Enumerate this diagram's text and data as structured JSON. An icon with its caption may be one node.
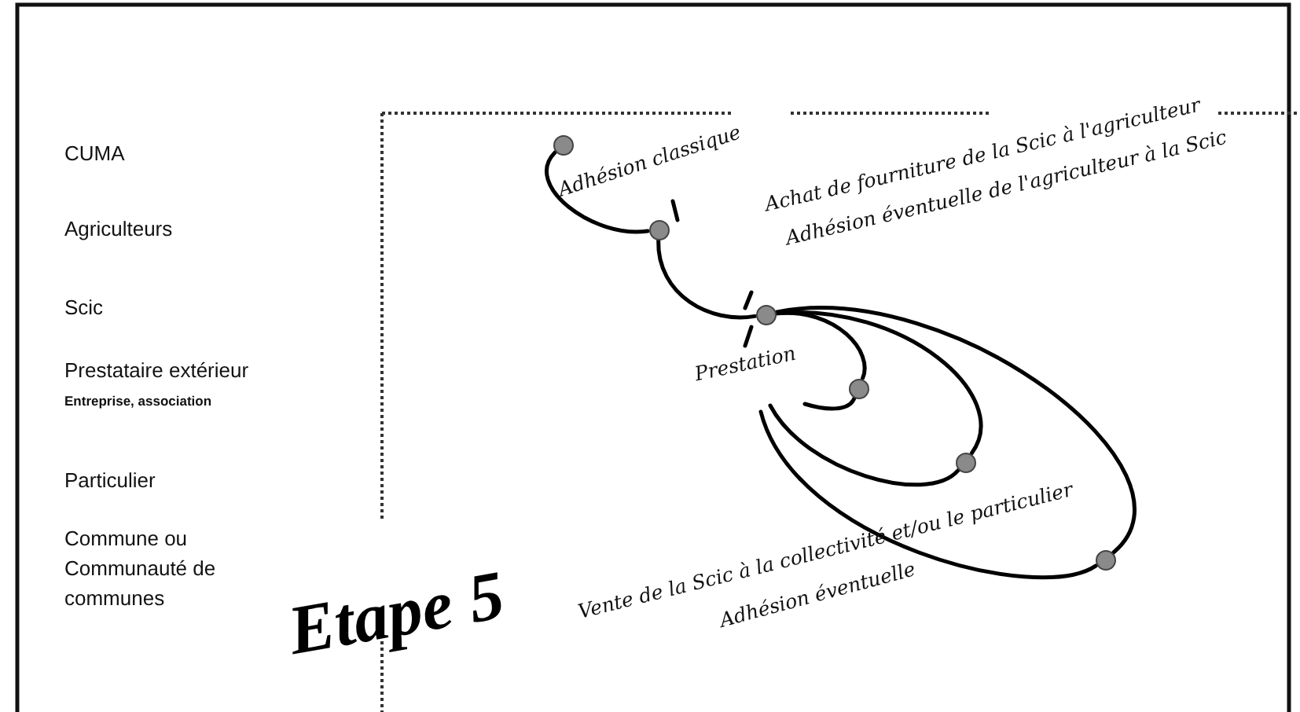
{
  "diagram": {
    "title": "Etape 5",
    "nodes": [
      {
        "text": [],
        "shape": "circle"
      },
      {
        "text": [],
        "shape": "circle"
      },
      {
        "text": [],
        "shape": "circle"
      },
      {
        "text": [],
        "shape": "circle"
      },
      {
        "text": [],
        "shape": "circle"
      },
      {
        "text": [],
        "shape": "circle"
      }
    ],
    "edges": [
      {
        "from": 0,
        "to": 1,
        "arrow": "none"
      },
      {
        "from": 1,
        "to": 2,
        "arrow": "none"
      },
      {
        "from": 2,
        "to": 3,
        "arrow": "none"
      },
      {
        "from": 3,
        "to": null,
        "arrow": "none"
      },
      {
        "from": 2,
        "to": 4,
        "arrow": "none"
      },
      {
        "from": 4,
        "to": null,
        "arrow": "none"
      },
      {
        "from": 2,
        "to": 5,
        "arrow": "none"
      },
      {
        "from": 5,
        "to": null,
        "arrow": "none"
      }
    ],
    "labels": [
      "CUMA",
      "Agriculteurs",
      "Scic",
      "Prestataire extérieur",
      "Entreprise, association",
      "Particulier",
      "Commune ou Communauté de communes",
      "Adhésion classique",
      "Achat de fourniture de la Scic à l'agriculteur",
      "Adhésion éventuelle de l'agriculteur à la Scic",
      "Prestation",
      "Vente de la Scic à la collectivité et/ou le particulier",
      "Adhésion éventuelle"
    ]
  }
}
